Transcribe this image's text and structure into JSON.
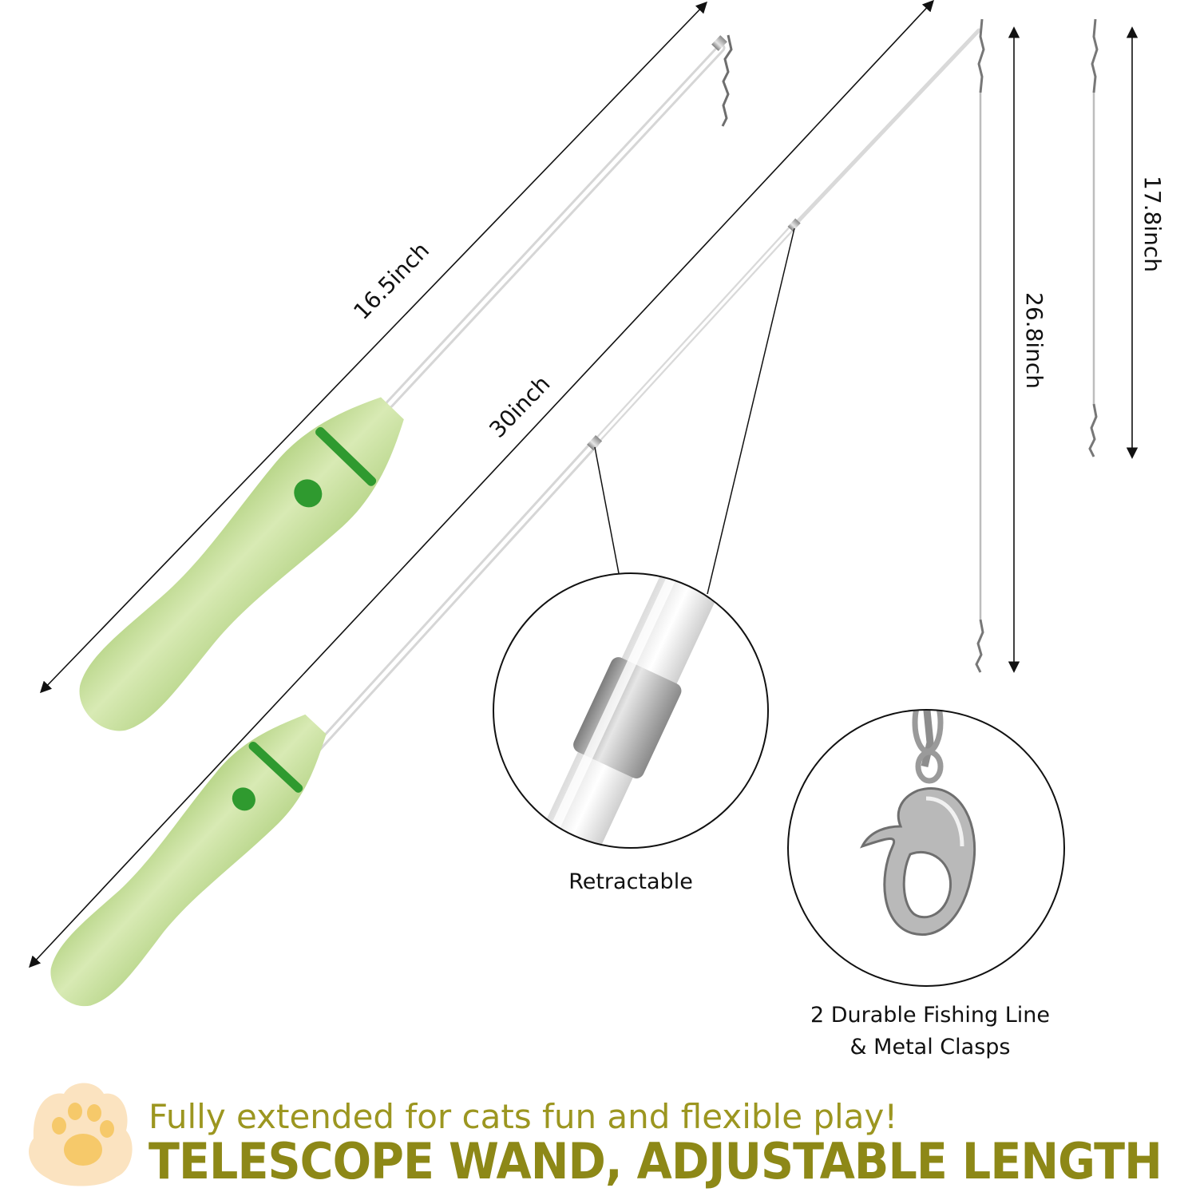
{
  "measurements": {
    "short_wand_length": "16.5inch",
    "extended_wand_length": "30inch",
    "long_line_length": "26.8inch",
    "short_line_length": "17.8inch"
  },
  "callouts": {
    "retractable": "Retractable",
    "clasp_line1": "2 Durable Fishing Line",
    "clasp_line2": "& Metal Clasps"
  },
  "banner": {
    "tagline": "Fully extended for cats fun and flexible play!",
    "headline": "TELESCOPE WAND, ADJUSTABLE LENGTH"
  },
  "icons": [
    "cat-paw-icon"
  ],
  "colors": {
    "handle": "#cfe3a4",
    "handle_ring": "#2f9a2f",
    "text_olive": "#9c9620",
    "paw": "#f6c96a"
  }
}
